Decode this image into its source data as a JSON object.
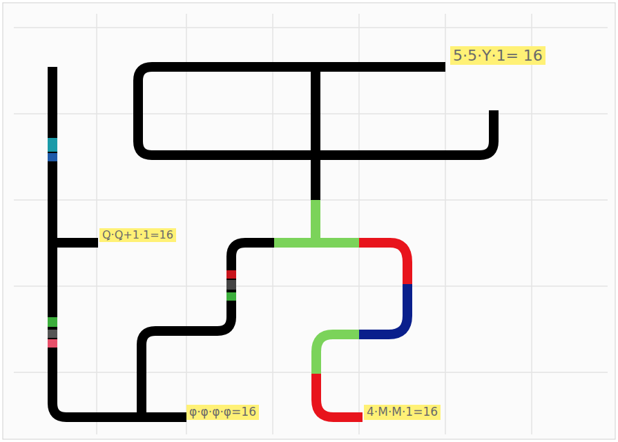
{
  "diagram": {
    "labels": [
      "5·5·Y·1= 16",
      "Ꝗ·Ꝗ+1·1=16",
      "φ·φ·φ·φ=16",
      "4·M·M·1=16"
    ]
  }
}
